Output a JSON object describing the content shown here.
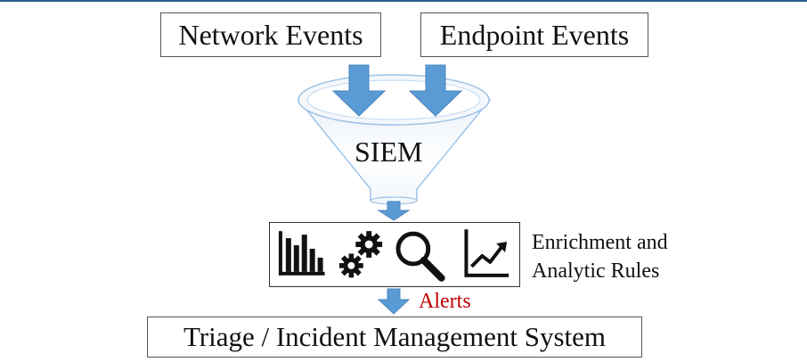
{
  "inputs": {
    "network_events": "Network Events",
    "endpoint_events": "Endpoint Events"
  },
  "funnel": {
    "label": "SIEM"
  },
  "enrichment": {
    "line1": "Enrichment and",
    "line2": "Analytic Rules",
    "icons": [
      "bar-chart-icon",
      "gears-icon",
      "magnifier-icon",
      "trend-line-icon"
    ]
  },
  "alerts_label": "Alerts",
  "output": {
    "triage": "Triage / Incident Management System"
  },
  "colors": {
    "arrow": "#5b9bd5",
    "alerts": "#c00000",
    "funnel_edge": "#9dc3e6",
    "header_line": "#2a5d8c"
  }
}
